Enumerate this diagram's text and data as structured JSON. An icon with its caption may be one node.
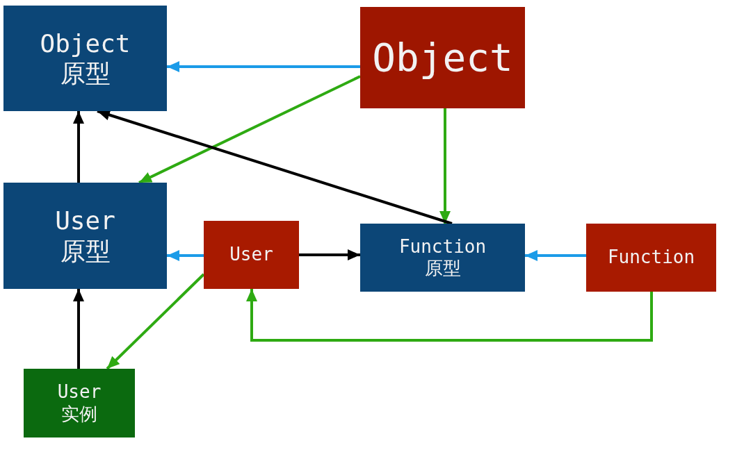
{
  "diagram": {
    "nodes": [
      {
        "text": [
          "Object",
          "原型"
        ]
      },
      {
        "text": [
          "Object"
        ]
      },
      {
        "text": [
          "User",
          "原型"
        ]
      },
      {
        "text": [
          "User"
        ]
      },
      {
        "text": [
          "Function",
          "原型"
        ]
      },
      {
        "text": [
          "Function"
        ]
      },
      {
        "text": [
          "User",
          "实例"
        ]
      }
    ],
    "edges": [
      {
        "from": 1,
        "to": 0,
        "arrow": "to",
        "color": "#1b9be8"
      },
      {
        "from": 1,
        "to": 2,
        "arrow": "to",
        "color": "#2eaa12"
      },
      {
        "from": 1,
        "to": 4,
        "arrow": "to",
        "color": "#2eaa12"
      },
      {
        "from": 4,
        "to": 0,
        "arrow": "to",
        "color": "#000000"
      },
      {
        "from": 2,
        "to": 0,
        "arrow": "to",
        "color": "#000000"
      },
      {
        "from": 3,
        "to": 2,
        "arrow": "to",
        "color": "#1b9be8"
      },
      {
        "from": 3,
        "to": 4,
        "arrow": "to",
        "color": "#000000"
      },
      {
        "from": 5,
        "to": 4,
        "arrow": "to",
        "color": "#1b9be8"
      },
      {
        "from": 5,
        "to": 3,
        "arrow": "to",
        "color": "#2eaa12"
      },
      {
        "from": 3,
        "to": 6,
        "arrow": "to",
        "color": "#2eaa12"
      },
      {
        "from": 6,
        "to": 2,
        "arrow": "to",
        "color": "#000000"
      }
    ]
  }
}
